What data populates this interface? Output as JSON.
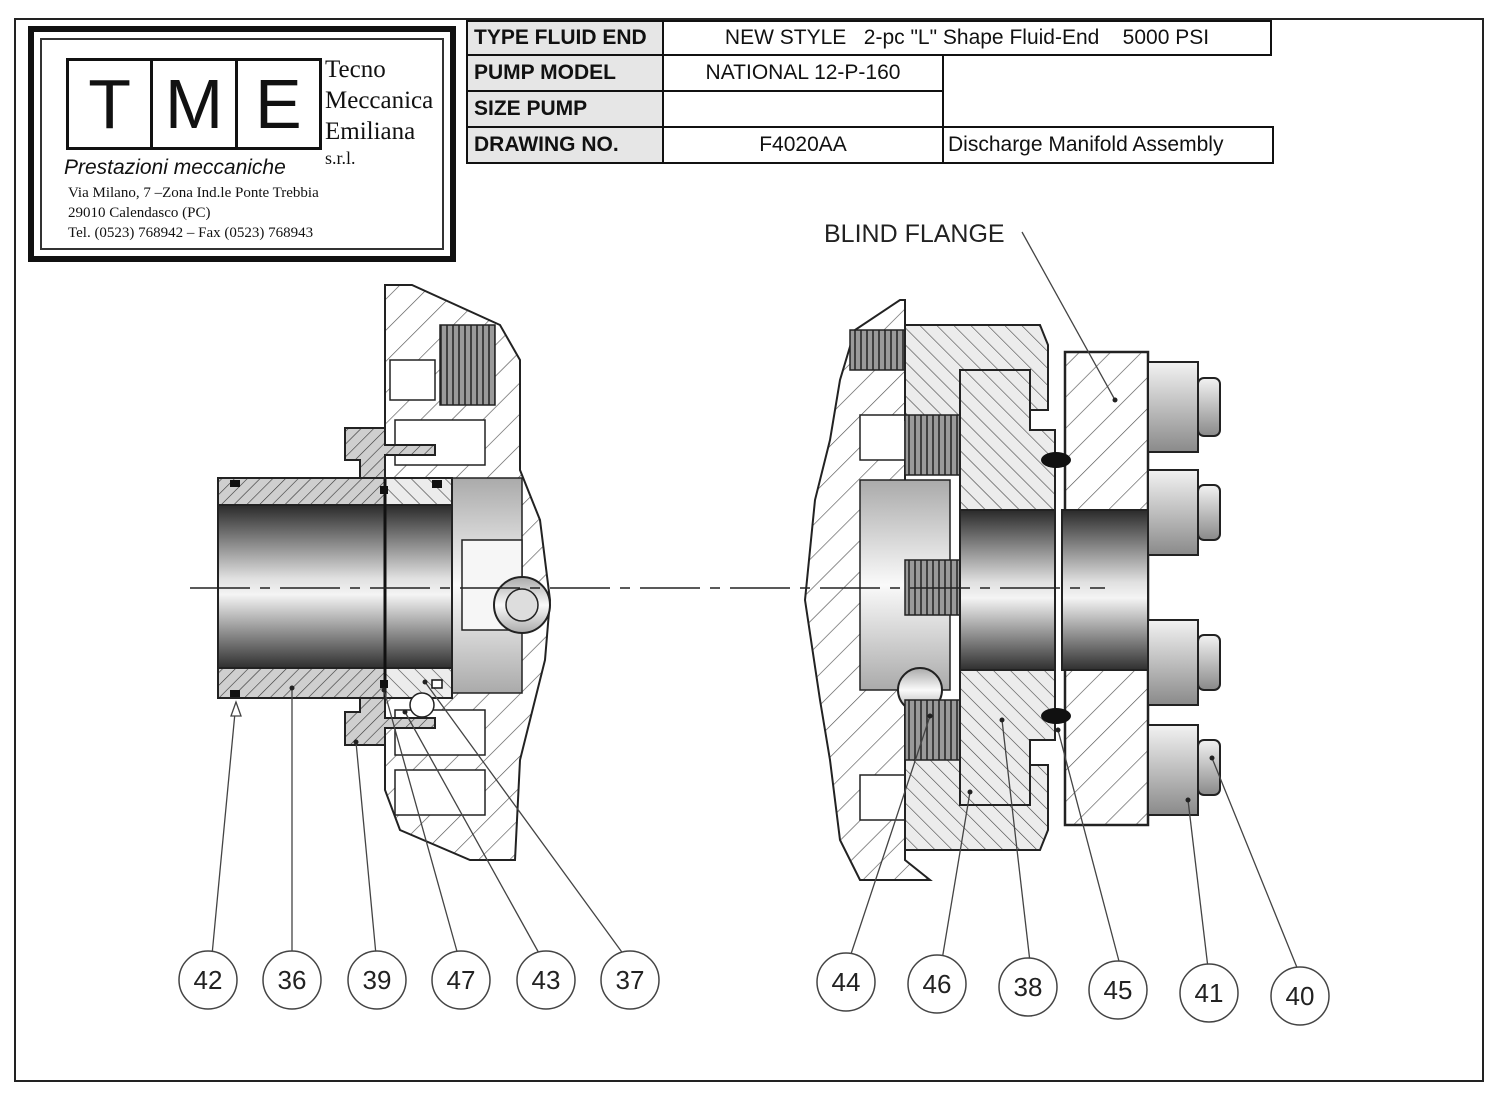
{
  "logo": {
    "letters": [
      "T",
      "M",
      "E"
    ],
    "company_lines": [
      "Tecno",
      "Meccanica",
      "Emiliana"
    ],
    "company_suffix": "s.r.l.",
    "tagline": "Prestazioni meccaniche",
    "address_lines": [
      "Via Milano, 7 –Zona Ind.le Ponte Trebbia",
      "29010 Calendasco (PC)",
      "Tel. (0523) 768942 – Fax (0523) 768943"
    ]
  },
  "title_block": {
    "type_fluid_end_label": "TYPE FLUID END",
    "type_fluid_end_value": "NEW STYLE   2-pc \"L\" Shape Fluid-End    5000 PSI",
    "pump_model_label": "PUMP MODEL",
    "pump_model_value": "NATIONAL 12-P-160",
    "size_pump_label": "SIZE PUMP",
    "size_pump_value": "",
    "drawing_no_label": "DRAWING NO.",
    "drawing_no_value": "F4020AA",
    "drawing_description": "Discharge Manifold Assembly"
  },
  "callouts": {
    "blind_flange": "BLIND FLANGE",
    "left_parts": [
      "42",
      "36",
      "39",
      "47",
      "43",
      "37"
    ],
    "right_parts": [
      "44",
      "46",
      "38",
      "45",
      "41",
      "40"
    ]
  }
}
